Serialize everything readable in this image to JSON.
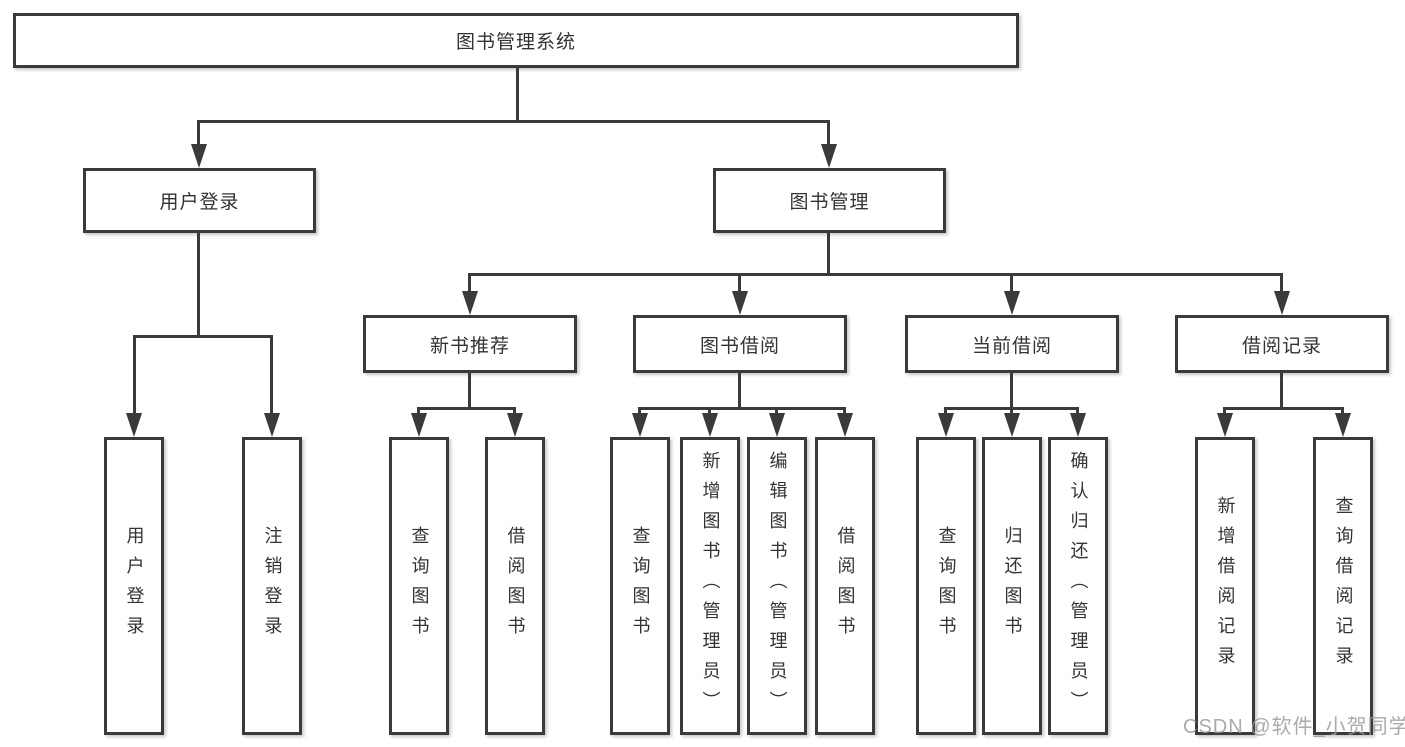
{
  "nodes": {
    "root": "图书管理系统",
    "level2": [
      "用户登录",
      "图书管理"
    ],
    "level3": [
      "新书推荐",
      "图书借阅",
      "当前借阅",
      "借阅记录"
    ],
    "leaves_login": [
      "用户登录",
      "注销登录"
    ],
    "leaves_newbook": [
      "查询图书",
      "借阅图书"
    ],
    "leaves_borrow": [
      "查询图书",
      "新增图书（管理员）",
      "编辑图书（管理员）",
      "借阅图书"
    ],
    "leaves_current": [
      "查询图书",
      "归还图书",
      "确认归还（管理员）"
    ],
    "leaves_records": [
      "新增借阅记录",
      "查询借阅记录"
    ]
  },
  "watermark": "CSDN @软件_小贺同学",
  "colors": {
    "line": "#3a3a3a",
    "text": "#333333",
    "background": "#ffffff",
    "watermark": "#9b9b9b"
  }
}
